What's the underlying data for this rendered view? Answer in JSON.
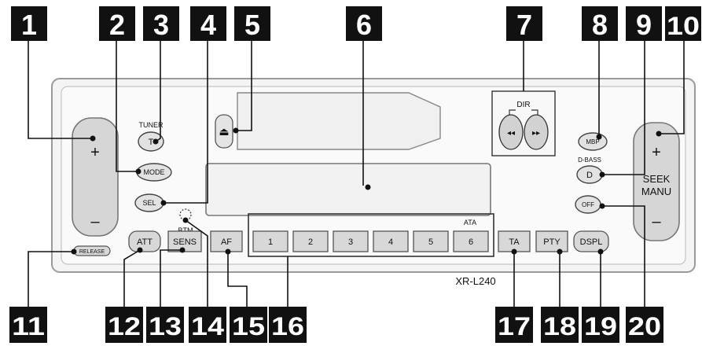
{
  "callouts": [
    "1",
    "2",
    "3",
    "4",
    "5",
    "6",
    "7",
    "8",
    "9",
    "10",
    "11",
    "12",
    "13",
    "14",
    "15",
    "16",
    "17",
    "18",
    "19",
    "20"
  ],
  "labels": {
    "tuner": "TUNER",
    "tuner_button": "T",
    "mode": "MODE",
    "sel": "SEL",
    "eject": "⏏",
    "dir": "DIR",
    "rewind": "◂◂",
    "forward": "▸▸",
    "mbp": "MBP",
    "dbass": "D-BASS",
    "dbass_button": "D",
    "off": "OFF",
    "seek": "SEEK",
    "manu": "MANU",
    "volume_plus": "+",
    "volume_minus": "–",
    "seek_plus": "+",
    "seek_minus": "–",
    "release": "RELEASE",
    "btm": "BTM",
    "ata": "ATA",
    "att": "ATT",
    "sens": "SENS",
    "af": "AF",
    "presets": [
      "1",
      "2",
      "3",
      "4",
      "5",
      "6"
    ],
    "ta": "TA",
    "pty": "PTY",
    "dspl": "DSPL",
    "model": "XR-L240"
  }
}
